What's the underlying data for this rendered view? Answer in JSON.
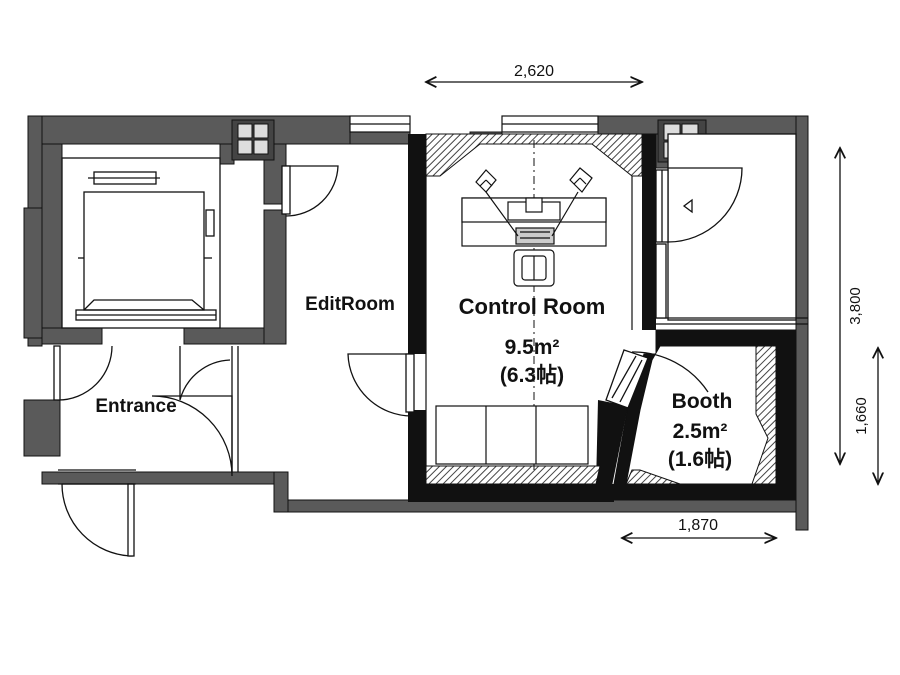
{
  "rooms": {
    "edit_room": "EditRoom",
    "control_room": "Control Room",
    "control_room_area": "9.5m²",
    "control_room_tatami": "(6.3帖)",
    "booth": "Booth",
    "booth_area": "2.5m²",
    "booth_tatami": "(1.6帖)",
    "entrance": "Entrance"
  },
  "dimensions": {
    "top_width": "2,620",
    "right_height": "3,800",
    "right_booth_height": "1,660",
    "bottom_booth_width": "1,870"
  },
  "colors": {
    "wall": "#555555",
    "wall_dark": "#111111",
    "hatch": "#444444",
    "line": "#111111",
    "light_fill": "#dddddd"
  }
}
